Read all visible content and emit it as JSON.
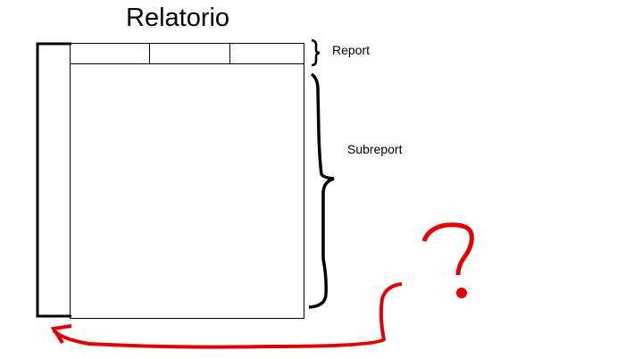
{
  "title": "Relatorio",
  "labels": {
    "report": "Report",
    "subreport": "Subreport"
  },
  "annotation": {
    "symbol": "?"
  },
  "colors": {
    "ink": "#000000",
    "annotation": "#e50000"
  }
}
